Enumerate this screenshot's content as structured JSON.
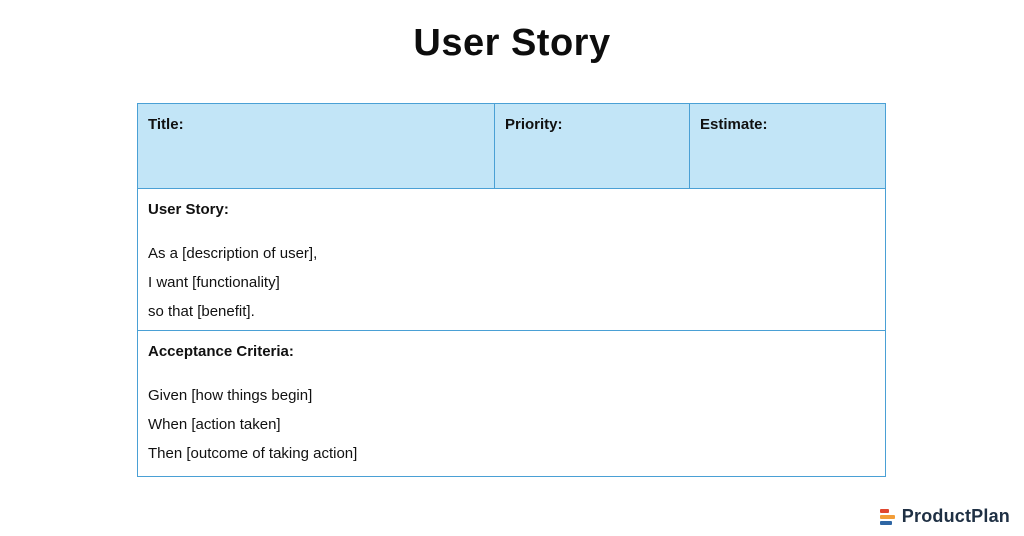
{
  "title": "User Story",
  "table": {
    "header": {
      "title_label": "Title:",
      "priority_label": "Priority:",
      "estimate_label": "Estimate:"
    },
    "story": {
      "label": "User Story:",
      "lines": [
        "As a [description of user],",
        "I want [functionality]",
        "so that [benefit]."
      ]
    },
    "acceptance": {
      "label": "Acceptance Criteria:",
      "lines": [
        "Given [how things begin]",
        "When [action taken]",
        "Then [outcome of taking action]"
      ]
    }
  },
  "footer": {
    "brand": "ProductPlan"
  },
  "colors": {
    "header_fill": "#c2e5f7",
    "table_border": "#4aa0d5",
    "brand_text": "#1f3044",
    "logo_red": "#e0472f",
    "logo_orange": "#f29d38",
    "logo_blue": "#2e66a4"
  }
}
